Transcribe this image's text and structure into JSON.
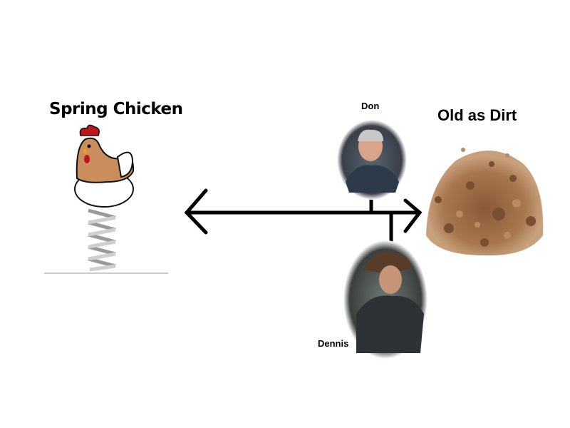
{
  "labels": {
    "left_end": "Spring Chicken",
    "right_end": "Old as Dirt",
    "person_top": "Don",
    "person_bottom": "Dennis"
  },
  "colors": {
    "arrow": "#000000",
    "dirt": "#9a6a44",
    "chicken_body": "#c98e5c",
    "chicken_comb": "#c0141c"
  }
}
